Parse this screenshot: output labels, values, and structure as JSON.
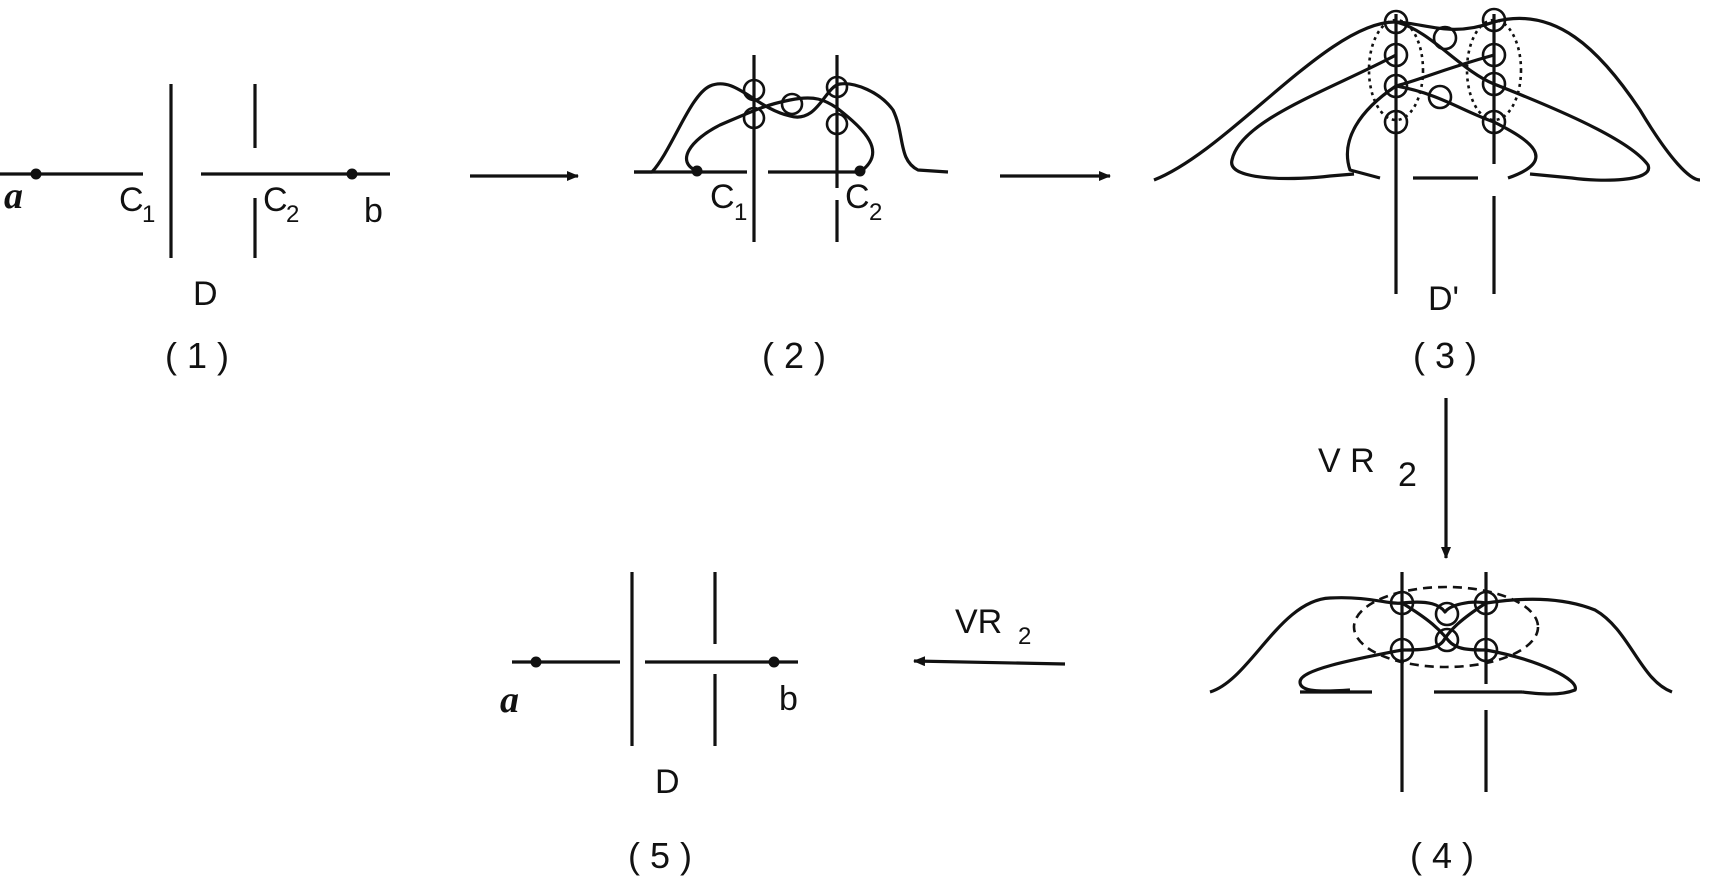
{
  "panels": [
    {
      "caption": "( 1 )",
      "labels": {
        "a": "a",
        "c1": "C",
        "c1_sub": "1",
        "c2": "C",
        "c2_sub": "2",
        "b": "b",
        "diagram": "D"
      }
    },
    {
      "caption": "( 2 )",
      "labels": {
        "c1": "C",
        "c1_sub": "1",
        "c2": "C",
        "c2_sub": "2"
      }
    },
    {
      "caption": "( 3 )",
      "labels": {
        "diagram": "D'"
      }
    },
    {
      "caption": "( 4 )",
      "labels": {}
    },
    {
      "caption": "( 5 )",
      "labels": {
        "a": "a",
        "b": "b",
        "diagram": "D"
      }
    }
  ],
  "arrows": [
    {
      "from": "( 1 )",
      "to": "( 2 )",
      "label": ""
    },
    {
      "from": "( 2 )",
      "to": "( 3 )",
      "label": ""
    },
    {
      "from": "( 3 )",
      "to": "( 4 )",
      "label": "V R",
      "label_sub": "2"
    },
    {
      "from": "( 4 )",
      "to": "( 5 )",
      "label": "VR",
      "label_sub": "2"
    }
  ],
  "colors": {
    "ink": "#111111",
    "background": "#ffffff"
  }
}
